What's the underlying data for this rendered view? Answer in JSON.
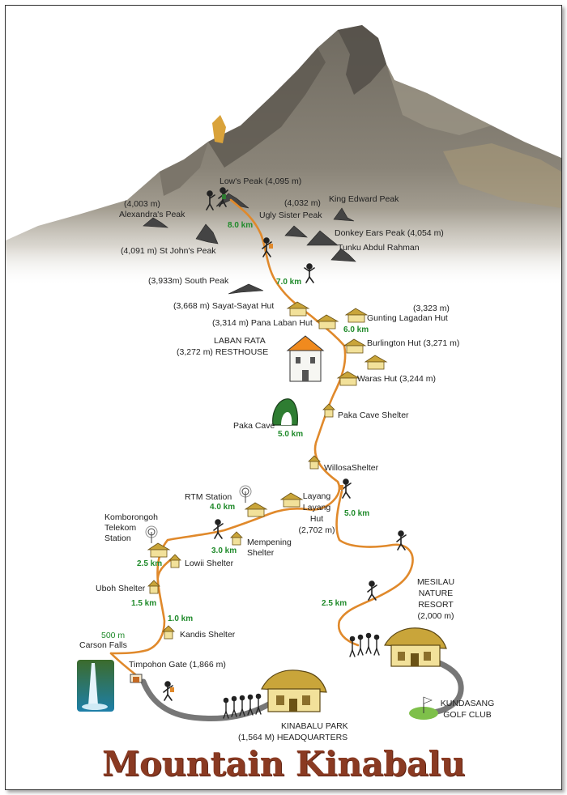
{
  "title": "Mountain Kinabalu",
  "colors": {
    "trail": "#e0892b",
    "road": "#777777",
    "km": "#1f8a2a",
    "title": "#8a3a22",
    "hut_roof": "#c9a53a",
    "hut_wall": "#f2e19a"
  },
  "peaks": {
    "lows": "Low's Peak (4,095 m)",
    "alexandra_elev": "(4,003 m)",
    "alexandra_name": "Alexandra's Peak",
    "ugly_sister_elev": "(4,032 m)",
    "ugly_sister_name": "Ugly Sister Peak",
    "king_edward": "King Edward Peak",
    "donkey_ears": "Donkey Ears Peak (4,054 m)",
    "st_johns": "(4,091 m) St John's Peak",
    "tunku": "Tunku Abdul Rahman",
    "south": "(3,933m) South Peak"
  },
  "huts": {
    "sayat": "(3,668 m) Sayat-Sayat Hut",
    "pana_laban": "(3,314 m) Pana Laban Hut",
    "gunting_elev": "(3,323 m)",
    "gunting_name": "Gunting Lagadan Hut",
    "laban_rata_name": "LABAN RATA",
    "laban_rata_elev": "(3,272 m) RESTHOUSE",
    "burlington": "Burlington Hut (3,271 m)",
    "waras": "Waras Hut (3,244 m)"
  },
  "places": {
    "paka_cave": "Paka Cave",
    "paka_shelter": "Paka Cave Shelter",
    "willosa": "WillosaShelter",
    "rtm": "RTM Station",
    "layang_1": "Layang",
    "layang_2": "Layang",
    "layang_3": "Hut",
    "layang_4": "(2,702 m)",
    "komborongoh_1": "Komborongoh",
    "komborongoh_2": "Telekom",
    "komborongoh_3": "Station",
    "mempening_1": "Mempening",
    "mempening_2": "Shelter",
    "lowii": "Lowii Shelter",
    "uboh": "Uboh Shelter",
    "kandis": "Kandis Shelter",
    "carson_1": "500 m",
    "carson_2": "Carson Falls",
    "timpohon": "Timpohon Gate (1,866 m)",
    "hq_1": "KINABALU PARK",
    "hq_2": "(1,564 M) HEADQUARTERS",
    "mesilau_1": "MESILAU",
    "mesilau_2": "NATURE",
    "mesilau_3": "RESORT",
    "mesilau_4": "(2,000 m)",
    "golf_1": "KUNDASANG",
    "golf_2": "GOLF CLUB"
  },
  "distances": {
    "d80": "8.0 km",
    "d70": "7.0 km",
    "d60": "6.0 km",
    "d50a": "5.0 km",
    "d50b": "5.0 km",
    "d40": "4.0 km",
    "d30": "3.0 km",
    "d25a": "2.5 km",
    "d25b": "2.5 km",
    "d15": "1.5 km",
    "d10": "1.0 km"
  }
}
